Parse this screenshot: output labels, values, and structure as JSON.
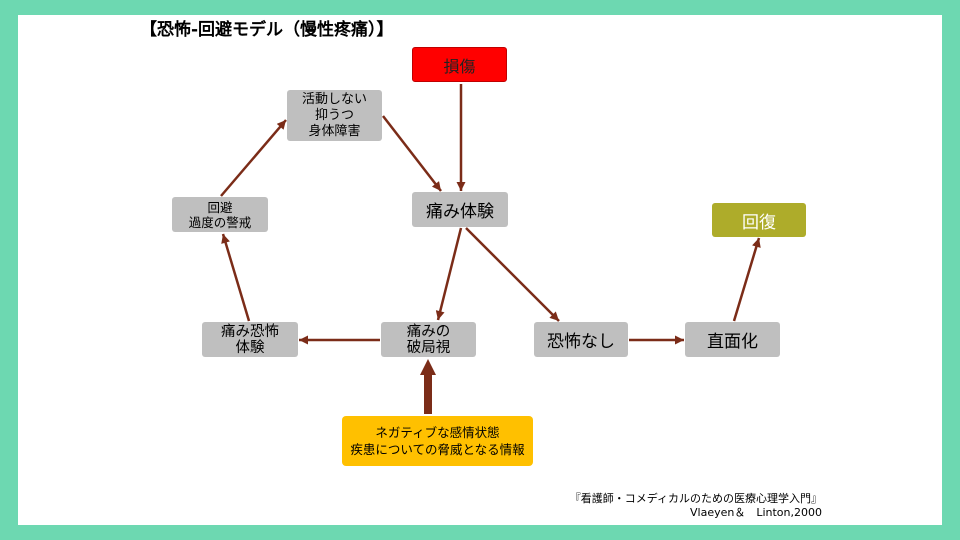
{
  "title": "【恐怖-回避モデル（慢性疼痛）】",
  "nodes": {
    "injury": "損傷",
    "pain_experience": "痛み体験",
    "disuse": [
      "活動しない",
      "抑うつ",
      "身体障害"
    ],
    "avoidance": [
      "回避",
      "過度の警戒"
    ],
    "recovery": "回復",
    "pain_fear": [
      "痛み恐怖",
      "体験"
    ],
    "catastrophizing": [
      "痛みの",
      "破局視"
    ],
    "no_fear": "恐怖なし",
    "confrontation": "直面化",
    "negative_affect": [
      "ネガティブな感情状態",
      "疾患についての脅威となる情報"
    ]
  },
  "source": {
    "book": "『看護師・コメディカルのための医療心理学入門』",
    "citation": "Vlaeyen＆　Linton,2000"
  },
  "colors": {
    "frame": "#6dd8b1",
    "slide": "#ffffff",
    "box": "#bfbfbf",
    "injury": "#ff0000",
    "recovery": "#aeac2a",
    "affect": "#ffc000",
    "arrow": "#7b2c18"
  }
}
